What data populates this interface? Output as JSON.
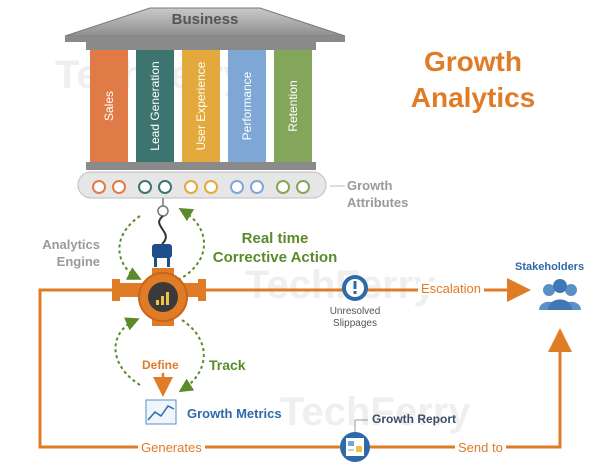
{
  "title": "Growth Analytics",
  "watermark": "TechFerry",
  "business": "Business",
  "pillars": [
    {
      "label": "Sales",
      "color": "#E07B47"
    },
    {
      "label": "Lead Generation",
      "color": "#3E7470"
    },
    {
      "label": "User Experience",
      "color": "#E4A93C"
    },
    {
      "label": "Performance",
      "color": "#7EA7D6"
    },
    {
      "label": "Retention",
      "color": "#83A65A"
    }
  ],
  "growth_attributes": "Growth Attributes",
  "analytics_engine": "Analytics Engine",
  "realtime": "Real time Corrective Action",
  "unresolved": "Unresolved Slippages",
  "escalation": "Escalation",
  "stakeholders": "Stakeholders",
  "define": "Define",
  "track": "Track",
  "growth_metrics": "Growth Metrics",
  "growth_report": "Growth Report",
  "generates": "Generates",
  "send_to": "Send to",
  "colors": {
    "orange": "#E07B26",
    "green": "#5a8a2a",
    "blue": "#2f6aa8",
    "gray": "#9a9a9a"
  },
  "icons": [
    "plug-icon",
    "gear-chart-icon",
    "alert-icon",
    "people-icon",
    "metrics-chart-icon",
    "report-icon"
  ]
}
